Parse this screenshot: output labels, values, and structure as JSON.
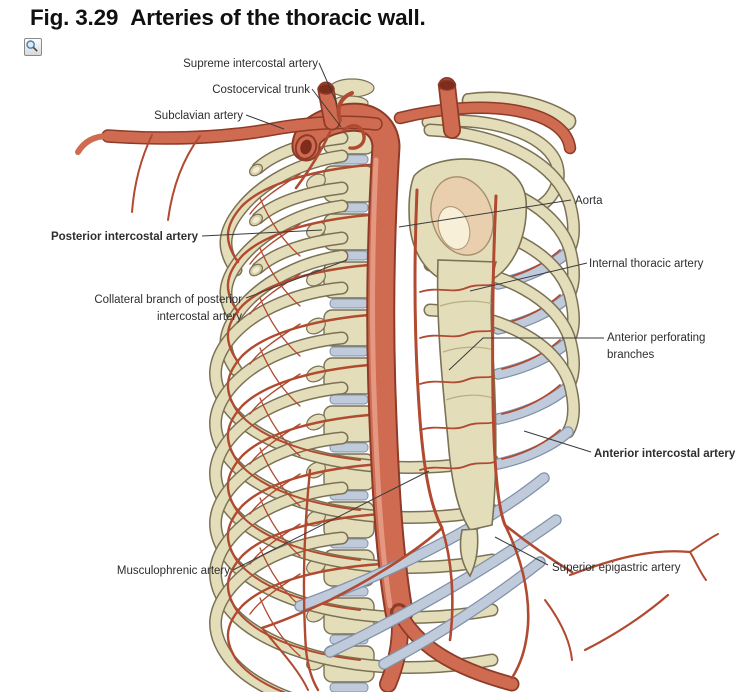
{
  "figure": {
    "fig_label": "Fig. 3.29",
    "fig_title": "Arteries of the thoracic wall."
  },
  "toolbar": {
    "zoom_icon": "magnifier-icon"
  },
  "labels": {
    "supreme_intercostal": "Supreme intercostal artery",
    "costocervical": "Costocervical trunk",
    "subclavian": "Subclavian artery",
    "posterior_intercostal": "Posterior intercostal artery",
    "collateral_line1": "Collateral branch of posterior",
    "collateral_line2": "intercostal artery",
    "aorta": "Aorta",
    "internal_thoracic": "Internal thoracic artery",
    "anterior_perforating_line1": "Anterior perforating",
    "anterior_perforating_line2": "branches",
    "anterior_intercostal": "Anterior intercostal artery",
    "superior_epigastric": "Superior epigastric artery",
    "musculophrenic": "Musculophrenic artery"
  },
  "colors": {
    "artery_fill": "#cf6b51",
    "artery_outline": "#8e3b28",
    "artery_line": "#b04a30",
    "artery_highlight": "#e9a089",
    "bone_fill": "#e4ddba",
    "bone_outline": "#7b7255",
    "cartilage_fill": "#bfcadb",
    "cartilage_outline": "#8191a9",
    "leader": "#3b3b3b",
    "title_color": "#101010",
    "label_color": "#2e2e2e",
    "page_bg": "#ffffff",
    "icon_blue": "#4a7fae"
  }
}
